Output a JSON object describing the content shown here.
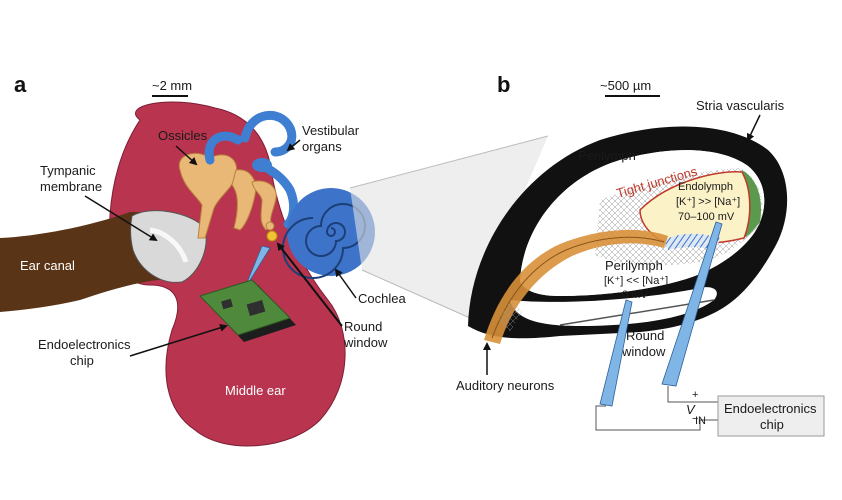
{
  "panel_a": {
    "letter": "a",
    "scale_bar": "~2 mm",
    "labels": {
      "ossicles": "Ossicles",
      "vestibular_1": "Vestibular",
      "vestibular_2": "organs",
      "tympanic_1": "Tympanic",
      "tympanic_2": "membrane",
      "ear_canal": "Ear canal",
      "cochlea": "Cochlea",
      "round_window_1": "Round",
      "round_window_2": "window",
      "chip_1": "Endoelectronics",
      "chip_2": "chip",
      "middle_ear": "Middle ear"
    }
  },
  "panel_b": {
    "letter": "b",
    "scale_bar": "~500 µm",
    "labels": {
      "stria": "Stria vascularis",
      "perilymph_top": "Perilymph",
      "tight_junctions": "Tight junctions",
      "endolymph": "Endolymph",
      "endo_ion": "[K⁺] >> [Na⁺]",
      "endo_mv": "70–100 mV",
      "perilymph_bottom": "Perilymph",
      "peri_ion": "[K⁺] << [Na⁺]",
      "peri_mv": "0 mV",
      "round_window_1": "Round",
      "round_window_2": "window",
      "auditory_neurons": "Auditory neurons",
      "vin_plus": "+",
      "vin_minus": "−",
      "vin": "V",
      "vin_sub": "IN",
      "chip_1": "Endoelectronics",
      "chip_2": "chip"
    }
  },
  "colors": {
    "middle_ear": "#b8344f",
    "ear_canal": "#5a3417",
    "ossicles": "#e9b877",
    "vestibular": "#3f7fd1",
    "cochlea": "#3d74c9",
    "chip": "#4f8a3c",
    "cochlea_wall": "#111111",
    "endolymph": "#fbf2c8",
    "tight_junctions": "#c0392b",
    "neuron": "#d8903a",
    "electrode": "#7fb6e6",
    "stria": "#5b9a4d"
  }
}
